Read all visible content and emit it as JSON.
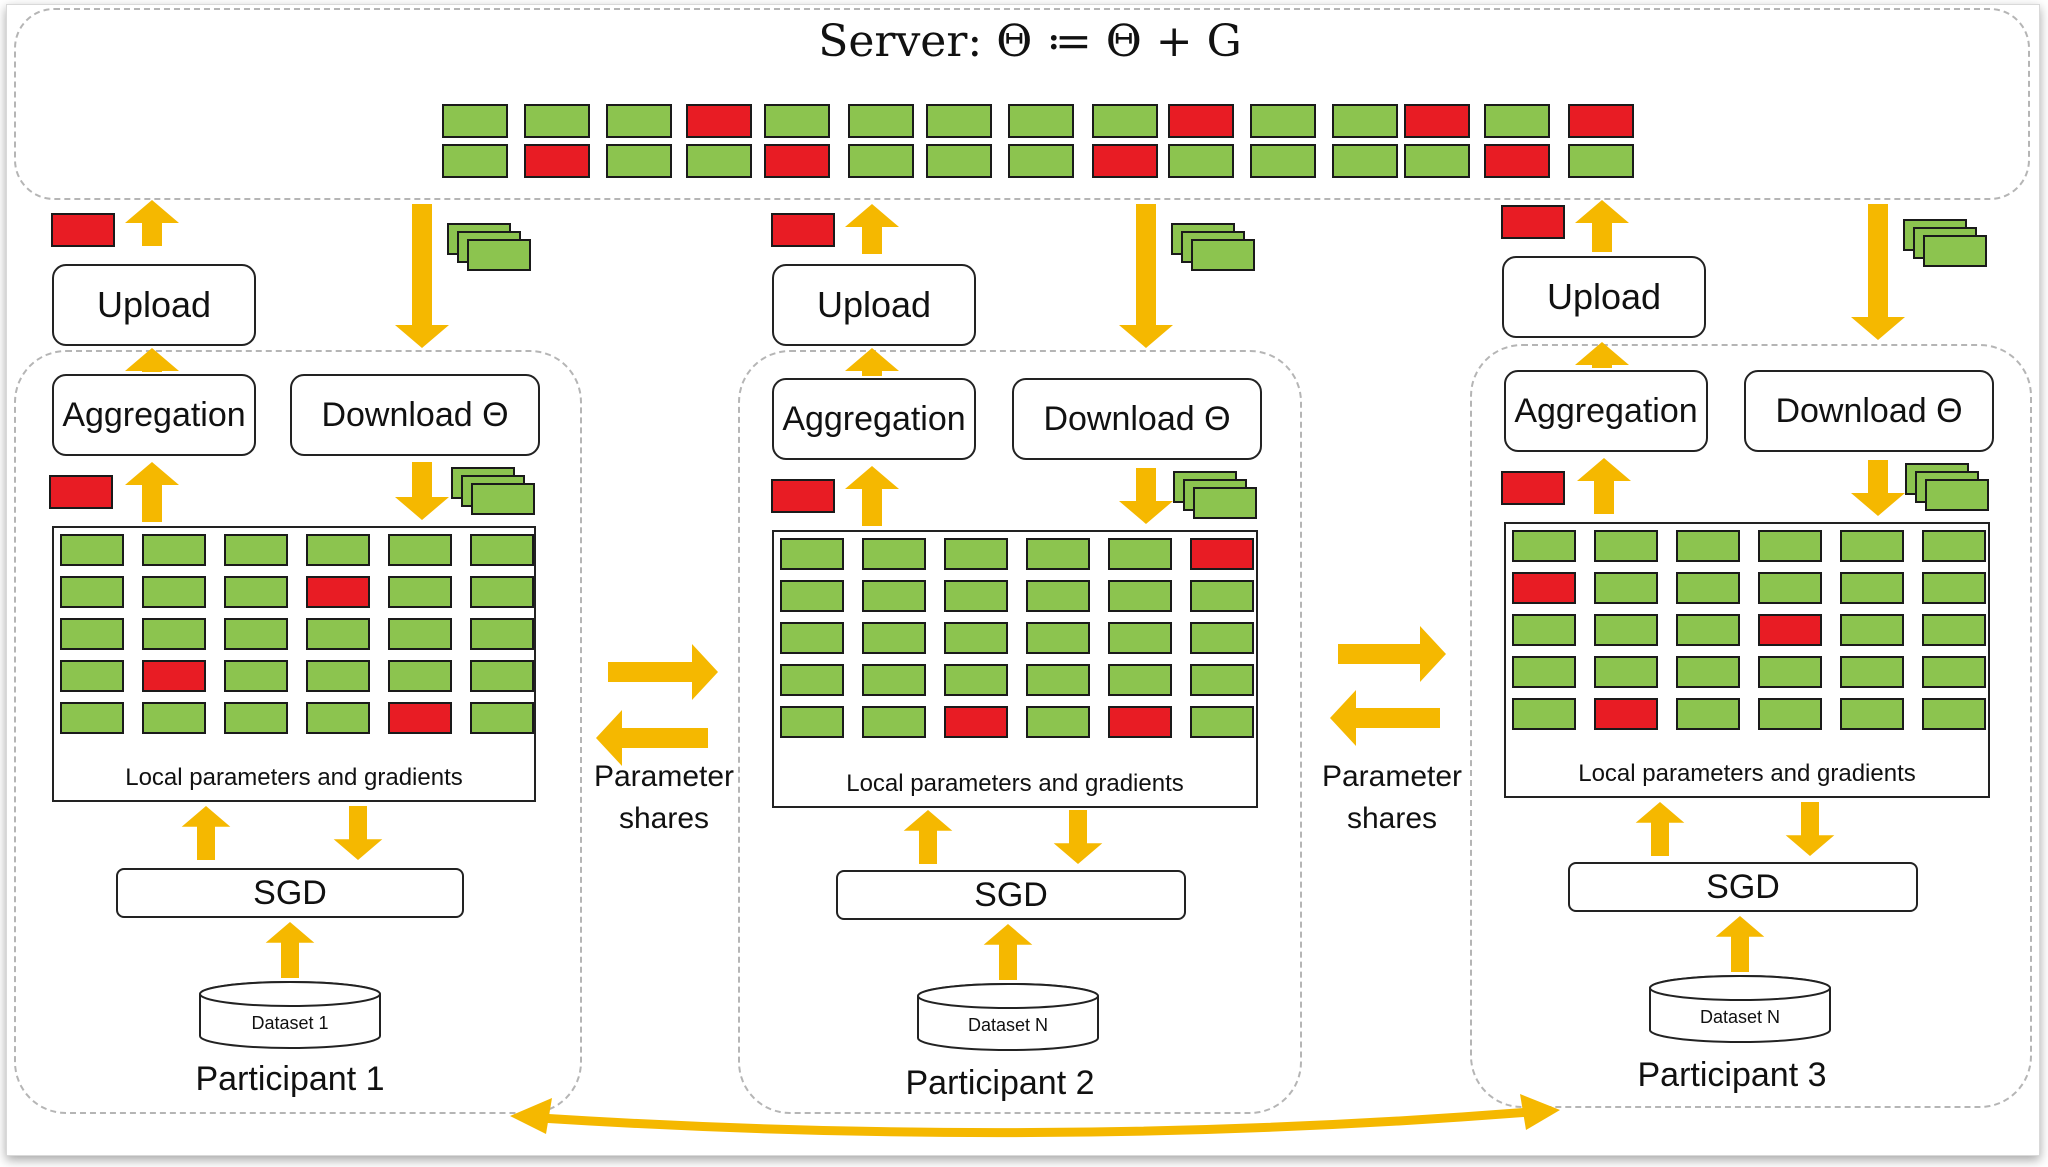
{
  "server": {
    "title": "Server: Θ ≔ Θ + G",
    "row1": [
      "g",
      "g",
      "g",
      "r",
      "g",
      "g",
      "g",
      "g",
      "g",
      "r",
      "g",
      "g",
      "r",
      "g",
      "r"
    ],
    "row2": [
      "g",
      "r",
      "g",
      "g",
      "r",
      "g",
      "g",
      "g",
      "r",
      "g",
      "g",
      "g",
      "g",
      "r",
      "g"
    ]
  },
  "participants": [
    {
      "name": "Participant 1",
      "upload": "Upload",
      "aggregation": "Aggregation",
      "download": "Download Θ",
      "grid_caption": "Local parameters and gradients",
      "sgd": "SGD",
      "dataset": "Dataset 1",
      "grid": [
        [
          "g",
          "g",
          "g",
          "g",
          "g",
          "g"
        ],
        [
          "g",
          "g",
          "g",
          "r",
          "g",
          "g"
        ],
        [
          "g",
          "g",
          "g",
          "g",
          "g",
          "g"
        ],
        [
          "g",
          "r",
          "g",
          "g",
          "g",
          "g"
        ],
        [
          "g",
          "g",
          "g",
          "g",
          "r",
          "g"
        ]
      ]
    },
    {
      "name": "Participant 2",
      "upload": "Upload",
      "aggregation": "Aggregation",
      "download": "Download Θ",
      "grid_caption": "Local parameters and gradients",
      "sgd": "SGD",
      "dataset": "Dataset N",
      "grid": [
        [
          "g",
          "g",
          "g",
          "g",
          "g",
          "r"
        ],
        [
          "g",
          "g",
          "g",
          "g",
          "g",
          "g"
        ],
        [
          "g",
          "g",
          "g",
          "g",
          "g",
          "g"
        ],
        [
          "g",
          "g",
          "g",
          "g",
          "g",
          "g"
        ],
        [
          "g",
          "g",
          "r",
          "g",
          "r",
          "g"
        ]
      ]
    },
    {
      "name": "Participant 3",
      "upload": "Upload",
      "aggregation": "Aggregation",
      "download": "Download Θ",
      "grid_caption": "Local parameters and gradients",
      "sgd": "SGD",
      "dataset": "Dataset N",
      "grid": [
        [
          "g",
          "g",
          "g",
          "g",
          "g",
          "g"
        ],
        [
          "r",
          "g",
          "g",
          "g",
          "g",
          "g"
        ],
        [
          "g",
          "g",
          "g",
          "r",
          "g",
          "g"
        ],
        [
          "g",
          "g",
          "g",
          "g",
          "g",
          "g"
        ],
        [
          "g",
          "r",
          "g",
          "g",
          "g",
          "g"
        ]
      ]
    }
  ],
  "parameter_shares_label": "Parameter shares",
  "colors": {
    "green": "#8cc44f",
    "red": "#e81c24",
    "arrow": "#f5b800"
  }
}
